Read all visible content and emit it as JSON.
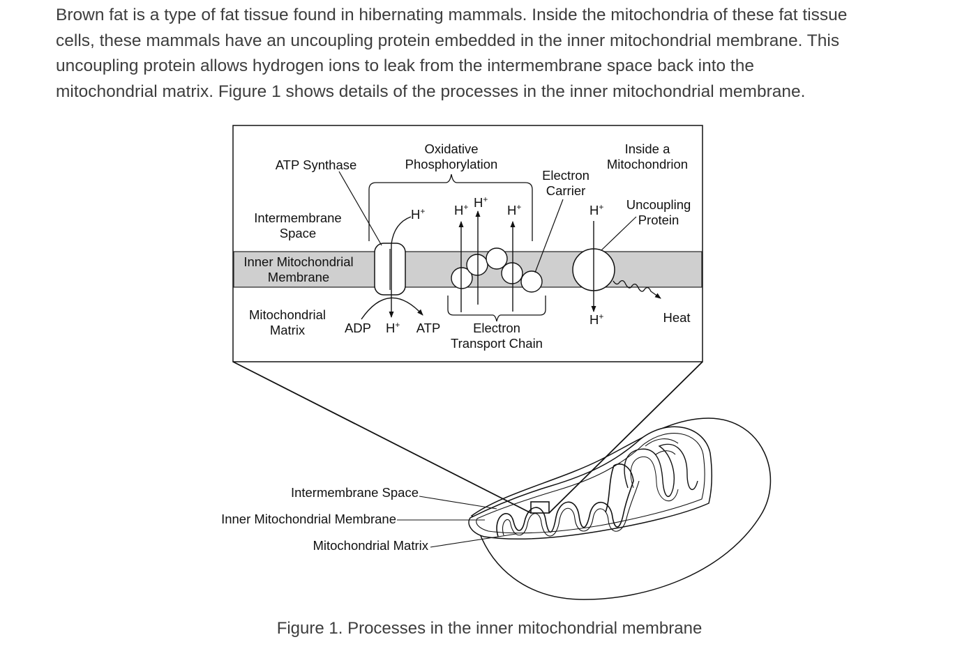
{
  "intro": {
    "lines": [
      "Brown fat is a type of fat tissue found in hibernating mammals. Inside the mitochondria of these fat tissue",
      "cells, these mammals have an uncoupling protein embedded in the inner mitochondrial membrane. This",
      "uncoupling protein allows hydrogen ions to leak from the intermembrane space back into the",
      "mitochondrial matrix. Figure 1 shows details of the processes in the inner mitochondrial membrane."
    ]
  },
  "figure": {
    "caption": "Figure 1. Processes in the inner mitochondrial membrane",
    "membrane_fill": "#cfcfcf",
    "inset_labels": {
      "atp_synthase": "ATP Synthase",
      "oxidative_1": "Oxidative",
      "oxidative_2": "Phosphorylation",
      "inside_1": "Inside a",
      "inside_2": "Mitochondrion",
      "electron_carrier_1": "Electron",
      "electron_carrier_2": "Carrier",
      "intermembrane_1": "Intermembrane",
      "intermembrane_2": "Space",
      "uncoupling_1": "Uncoupling",
      "uncoupling_2": "Protein",
      "inner_membrane_1": "Inner Mitochondrial",
      "inner_membrane_2": "Membrane",
      "matrix_1": "Mitochondrial",
      "matrix_2": "Matrix",
      "adp": "ADP",
      "atp": "ATP",
      "etc_1": "Electron",
      "etc_2": "Transport Chain",
      "heat": "Heat",
      "h_base": "H",
      "h_sup": "+"
    },
    "whole_labels": {
      "intermembrane_space": "Intermembrane Space",
      "inner_membrane": "Inner Mitochondrial Membrane",
      "matrix": "Mitochondrial Matrix"
    }
  }
}
